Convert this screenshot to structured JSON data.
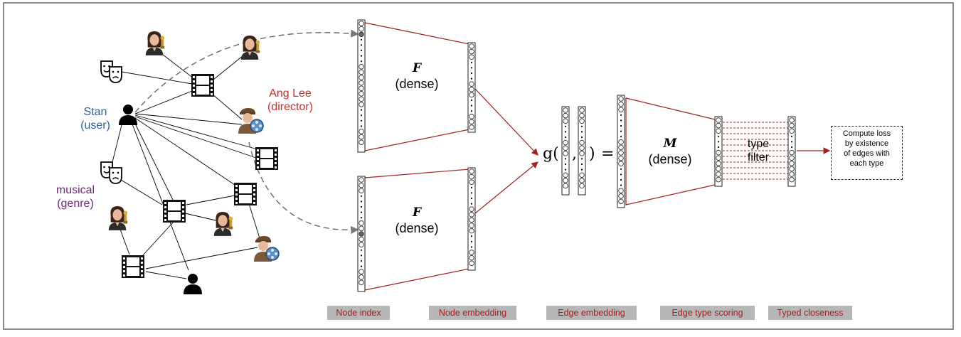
{
  "graph": {
    "nodes": {
      "user_name": "Stan",
      "user_type": "(user)",
      "director_name": "Ang Lee",
      "director_type": "(director)",
      "genre_name": "musical",
      "genre_type": "(genre)"
    },
    "icons": [
      "actor-icon",
      "film-icon",
      "theater-masks-icon",
      "user-icon",
      "director-icon"
    ]
  },
  "panels": {
    "top_encoder": {
      "symbol": "F",
      "label": "(dense)"
    },
    "bottom_encoder": {
      "symbol": "F",
      "label": "(dense)"
    },
    "mlp": {
      "symbol": "M",
      "label": "(dense)"
    },
    "filter": {
      "line1": "type",
      "line2": "filter"
    },
    "edge_fn": {
      "open": "g(",
      "comma": ",",
      "close": ")",
      "equals": "="
    }
  },
  "loss_box": {
    "line1": "Compute loss",
    "line2": "by existence",
    "line3": "of edges with",
    "line4": "each type"
  },
  "stages": [
    {
      "label": "Node index"
    },
    {
      "label": "Node embedding"
    },
    {
      "label": "Edge embedding"
    },
    {
      "label": "Edge type scoring"
    },
    {
      "label": "Typed closeness"
    }
  ],
  "colors": {
    "accent_red": "#a3201d",
    "user_blue": "#2f5f9a",
    "director_red": "#c8302b",
    "genre_purple": "#6b2a7a",
    "stage_bg": "#b7b7b7"
  }
}
